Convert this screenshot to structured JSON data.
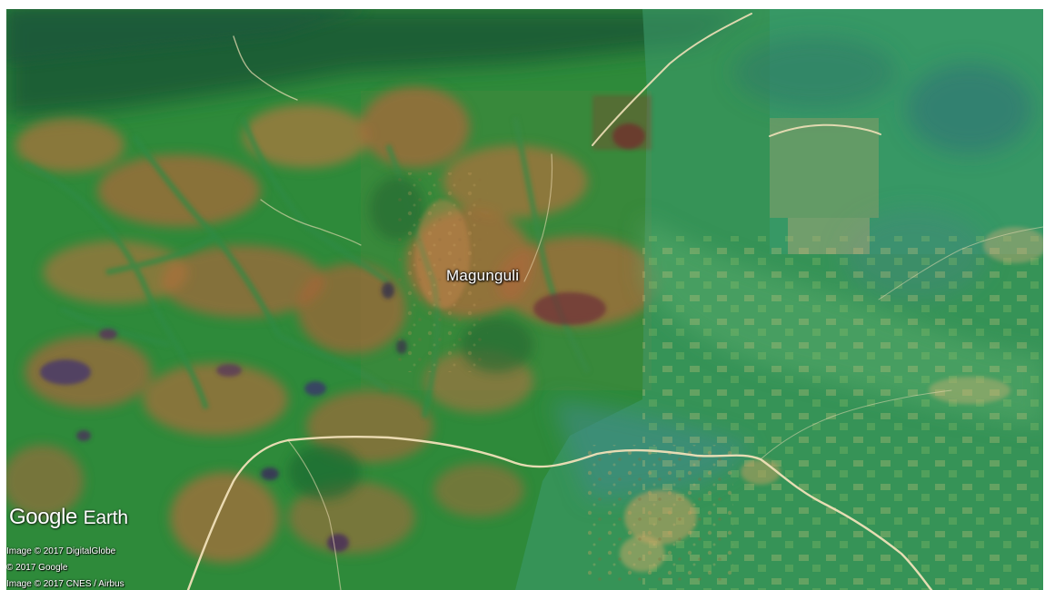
{
  "map": {
    "place_label": "Magunguli",
    "logo": {
      "word1": "Google",
      "word2": "Earth"
    },
    "credits": [
      "Image © 2017 DigitalGlobe",
      "© 2017 Google",
      "Image © 2017 CNES / Airbus"
    ]
  }
}
